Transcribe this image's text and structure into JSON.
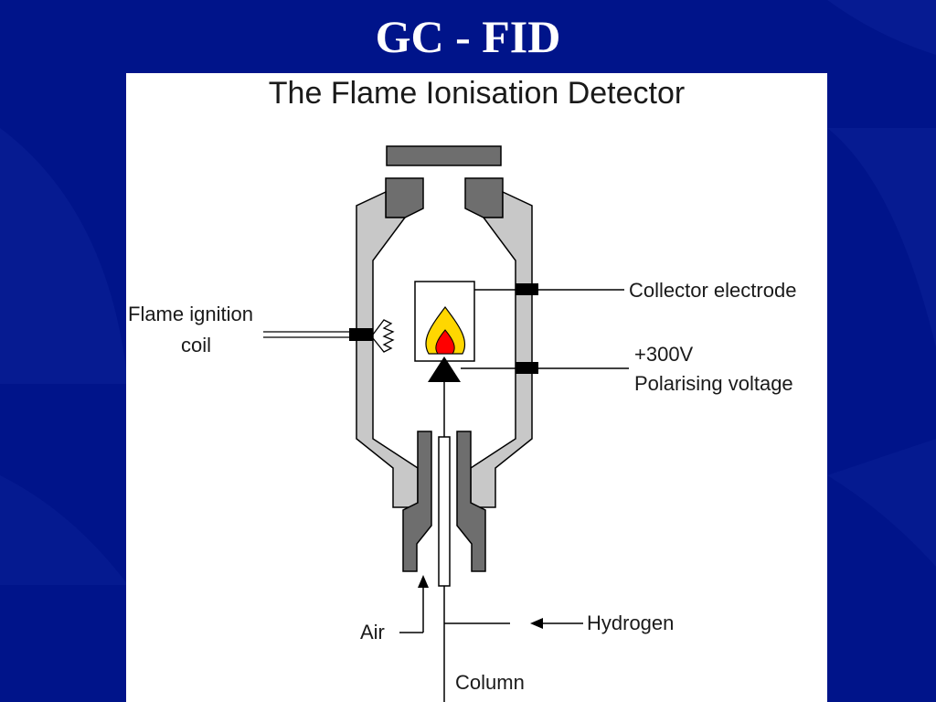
{
  "slide": {
    "title": "GC - FID"
  },
  "diagram": {
    "heading": "The Flame Ionisation Detector",
    "labels": {
      "flame_ignition": "Flame ignition",
      "coil": "coil",
      "collector_electrode": "Collector electrode",
      "voltage": "+300V",
      "polarising_voltage": "Polarising voltage",
      "air": "Air",
      "hydrogen": "Hydrogen",
      "column": "Column"
    }
  },
  "colors": {
    "background": "#00148a",
    "panel": "#ffffff",
    "body_light": "#c8c8c8",
    "body_dark": "#6e6e6e",
    "flame_outer": "#ffd700",
    "flame_inner": "#ff0000"
  }
}
